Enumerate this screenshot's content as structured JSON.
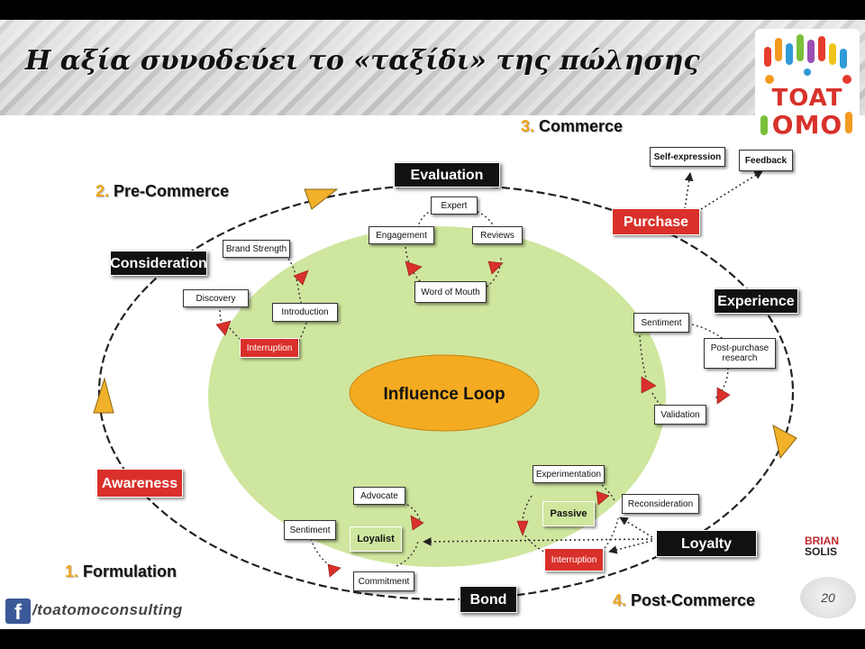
{
  "title": "Η αξία συνοδεύει το «ταξίδι» της πώλησης",
  "logo": {
    "text_top": "TOAT",
    "text_bottom": "OMO"
  },
  "stages": {
    "formulation": {
      "num": "1.",
      "label": "Formulation"
    },
    "pre_commerce": {
      "num": "2.",
      "label": "Pre-Commerce"
    },
    "commerce": {
      "num": "3.",
      "label": "Commerce"
    },
    "post_commerce": {
      "num": "4.",
      "label": "Post-Commerce"
    }
  },
  "center": "Influence Loop",
  "boxes": {
    "evaluation": "Evaluation",
    "expert": "Expert",
    "engagement": "Engagement",
    "reviews": "Reviews",
    "word_of_mouth": "Word of Mouth",
    "consideration": "Consideration",
    "brand_strength": "Brand Strength",
    "discovery": "Discovery",
    "introduction": "Introduction",
    "interruption_top": "Interruption",
    "purchase": "Purchase",
    "self_expression": "Self-expression",
    "feedback": "Feedback",
    "experience": "Experience",
    "sentiment_right": "Sentiment",
    "post_purchase_research": "Post-purchase research",
    "validation": "Validation",
    "awareness": "Awareness",
    "advocate": "Advocate",
    "sentiment_left": "Sentiment",
    "loyalist": "Loyalist",
    "commitment": "Commitment",
    "bond": "Bond",
    "experimentation": "Experimentation",
    "passive": "Passive",
    "reconsideration": "Reconsideration",
    "interruption_bottom": "Interruption",
    "loyalty": "Loyalty"
  },
  "footer": {
    "fb_icon": "f",
    "handle": "/toatomoconsulting",
    "brand_line1": "BRIAN",
    "brand_line2": "SOLIS",
    "page_number": "20"
  },
  "colors": {
    "loop_fill": "#cfe69e",
    "center_fill": "#f4ab21",
    "accent_red": "#d9302b",
    "arrow_yellow": "#f2b12a"
  }
}
